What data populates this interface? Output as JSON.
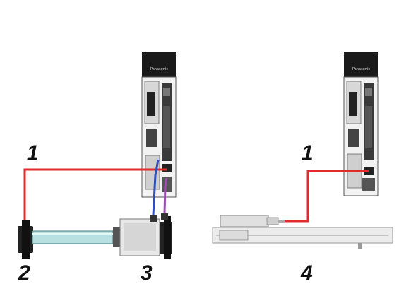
{
  "callouts": {
    "left_cable": "1",
    "linear_motor": "2",
    "rotary_servo_motor": "3",
    "right_cable": "1",
    "linear_axis": "4"
  },
  "drive_brand": {
    "left": "Panasonic",
    "right": "Panasonic"
  },
  "colors": {
    "cable_red": "#e32b2b",
    "cable_blue": "#2e4fb8",
    "cable_purple": "#9a4fb0",
    "drive_black": "#1a1a1a",
    "motor_rod": "#b9e0e0"
  }
}
